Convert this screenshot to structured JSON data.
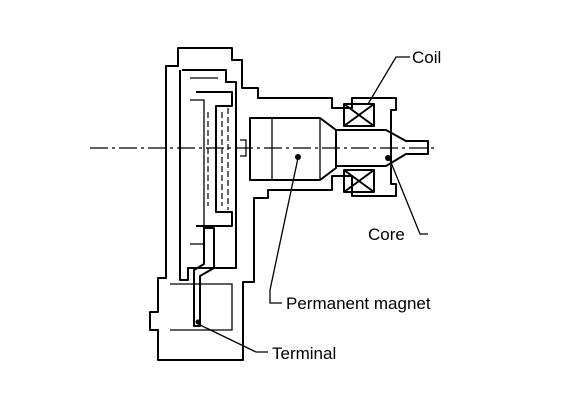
{
  "diagram": {
    "labels": {
      "coil": "Coil",
      "core": "Core",
      "permanent_magnet": "Permanent magnet",
      "terminal": "Terminal"
    }
  }
}
